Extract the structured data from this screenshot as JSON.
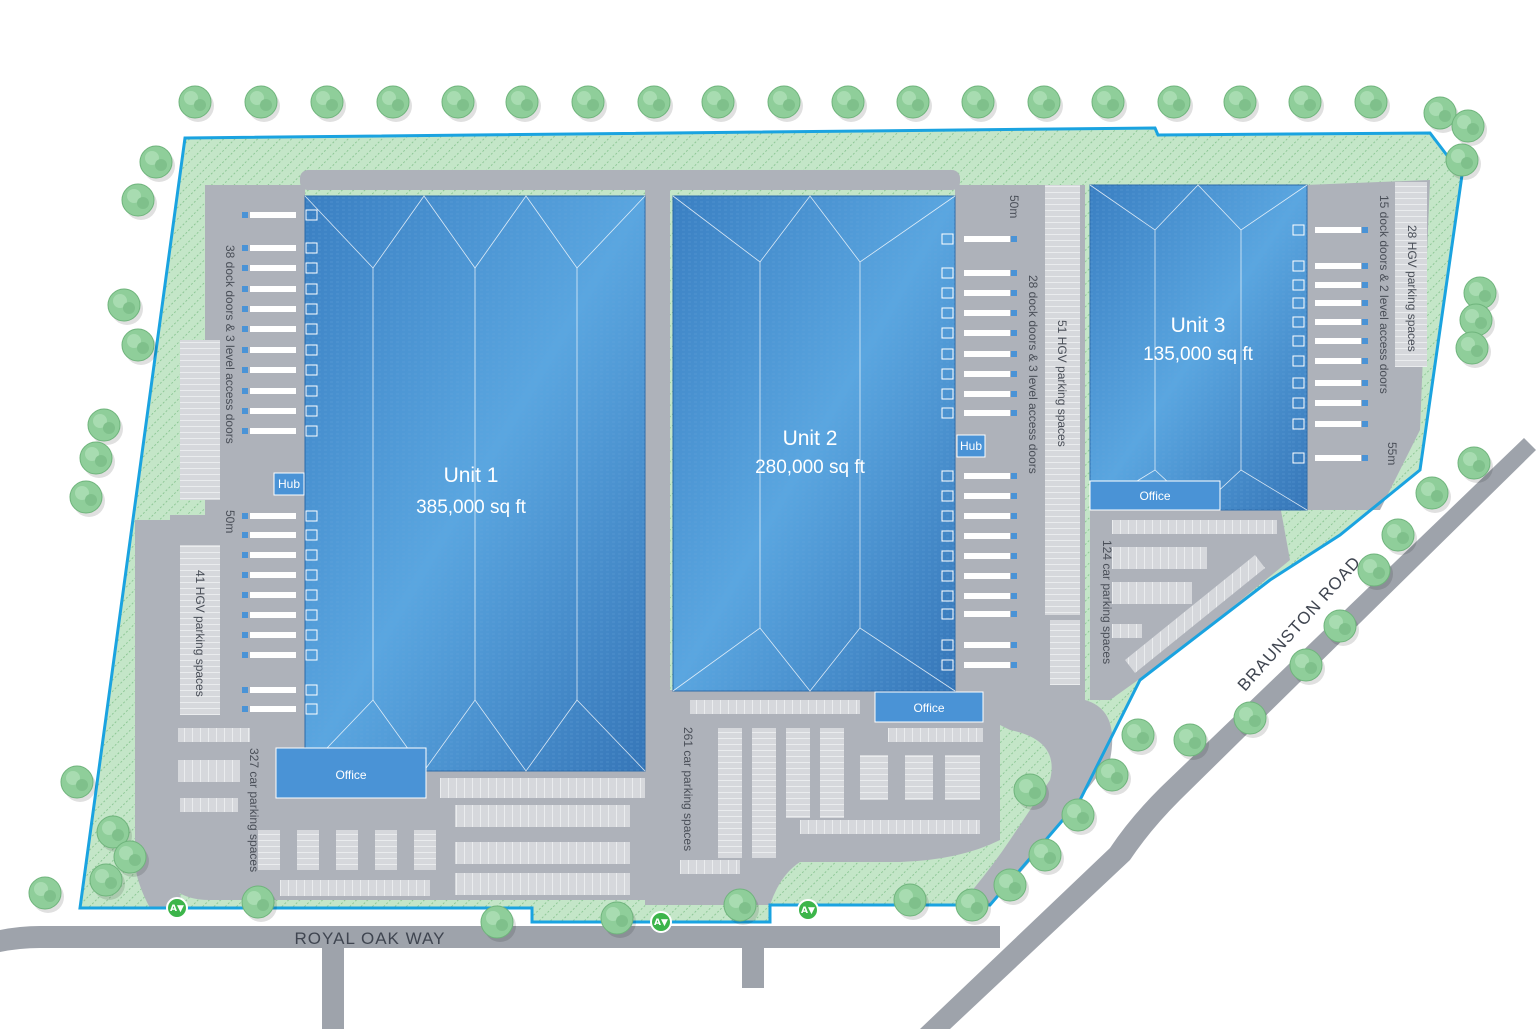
{
  "units": [
    {
      "name": "Unit 1",
      "area": "385,000 sq ft",
      "office": "Office",
      "hub": "Hub"
    },
    {
      "name": "Unit 2",
      "area": "280,000 sq ft",
      "office": "Office",
      "hub": "Hub"
    },
    {
      "name": "Unit 3",
      "area": "135,000 sq ft",
      "office": "Office"
    }
  ],
  "labels": {
    "unit1_docks": "38 dock doors & 3 level access doors",
    "unit1_hgv": "41 HGV parking spaces",
    "unit1_cars": "327 car parking spaces",
    "unit1_yard": "50m",
    "unit2_docks": "28 dock doors & 3 level access doors",
    "unit2_hgv": "51 HGV parking spaces",
    "unit2_cars": "261 car parking spaces",
    "unit2_yard": "50m",
    "unit3_docks": "15 dock doors & 2 level access doors",
    "unit3_hgv": "28 HGV parking spaces",
    "unit3_cars": "124 car parking spaces",
    "unit3_yard": "55m"
  },
  "roads": {
    "south": "ROYAL OAK WAY",
    "east": "BRAUNSTON ROAD"
  },
  "access_symbol": "A▼",
  "colors": {
    "site_boundary": "#1aa3e0",
    "landscape": "#bfe3c4",
    "yard": "#aeb2ba",
    "building": "#3f86c7",
    "office": "#4a93d6",
    "tree": "#8fce9a",
    "road": "#9ea3ab"
  }
}
